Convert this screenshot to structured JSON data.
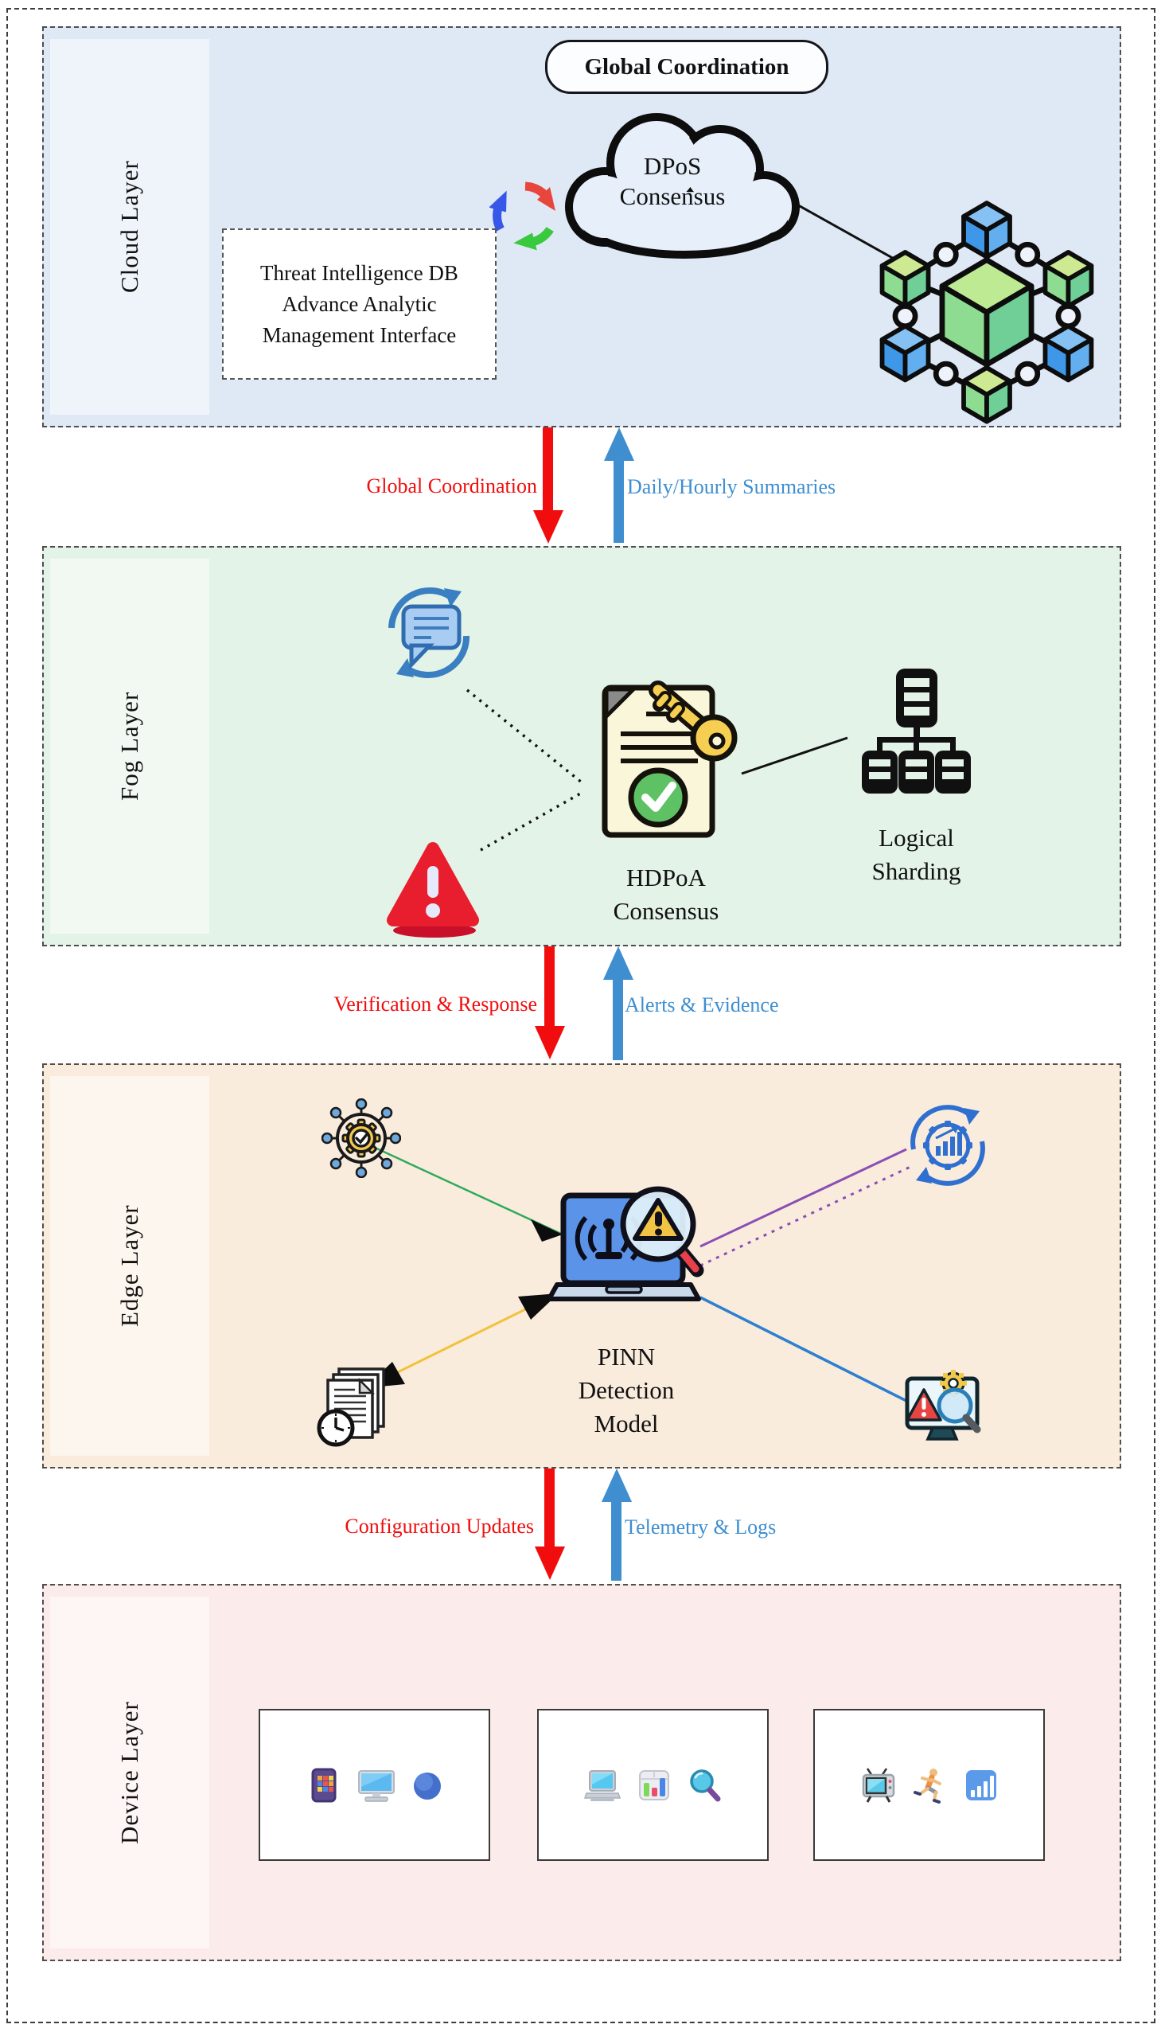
{
  "layers": {
    "cloud": {
      "label": "Cloud Layer",
      "badge": "Global Coordination",
      "cloud_line1": "DPoS",
      "cloud_line2": "Consensus",
      "box_line1": "Threat Intelligence DB",
      "box_line2": "Advance Analytic",
      "box_line3": "Management Interface"
    },
    "fog": {
      "label": "Fog Layer",
      "consensus_line1": "HDPoA",
      "consensus_line2": "Consensus",
      "sharding_line1": "Logical",
      "sharding_line2": "Sharding"
    },
    "edge": {
      "label": "Edge Layer",
      "model_line1": "PINN",
      "model_line2": "Detection",
      "model_line3": "Model"
    },
    "device": {
      "label": "Device Layer"
    }
  },
  "flows": {
    "cloud_fog": {
      "down": "Global Coordination",
      "up": "Daily/Hourly Summaries"
    },
    "fog_edge": {
      "down": "Verification & Response",
      "up": "Alerts & Evidence"
    },
    "edge_device": {
      "down": "Configuration Updates",
      "up": "Telemetry & Logs"
    }
  },
  "colors": {
    "down_flow": "#f10d0d",
    "up_flow": "#3e8ed0",
    "cloud_bg": "#dfe9f5",
    "fog_bg": "#e4f3e7",
    "edge_bg": "#faecdc",
    "device_bg": "#fcebeb"
  },
  "icons": {
    "consensus-cycle-icon": "tri-color recycle arrows",
    "dpos-cloud-icon": "outlined cloud",
    "blockchain-network-icon": "linked cubes",
    "chat-sync-icon": "speech bubble with circular arrows",
    "alert-triangle-icon": "red warning triangle",
    "signed-document-icon": "document with check and key",
    "sharding-servers-icon": "server tree",
    "gear-network-icon": "gear with network nodes",
    "pinn-laptop-icon": "laptop with wifi and alert magnifier",
    "model-update-icon": "circular arrows with gear chart",
    "logs-clock-icon": "documents with clock",
    "monitor-alert-icon": "monitor with alert, gear, magnifier",
    "phone-icon": "smartphone",
    "desktop-icon": "desktop computer",
    "sphere-icon": "blue sphere",
    "laptop-icon": "laptop",
    "bar-chart-icon": "bar chart",
    "magnifier-icon": "magnifying glass",
    "tv-icon": "television",
    "runner-icon": "running person",
    "signal-bars-icon": "signal strength bars"
  }
}
